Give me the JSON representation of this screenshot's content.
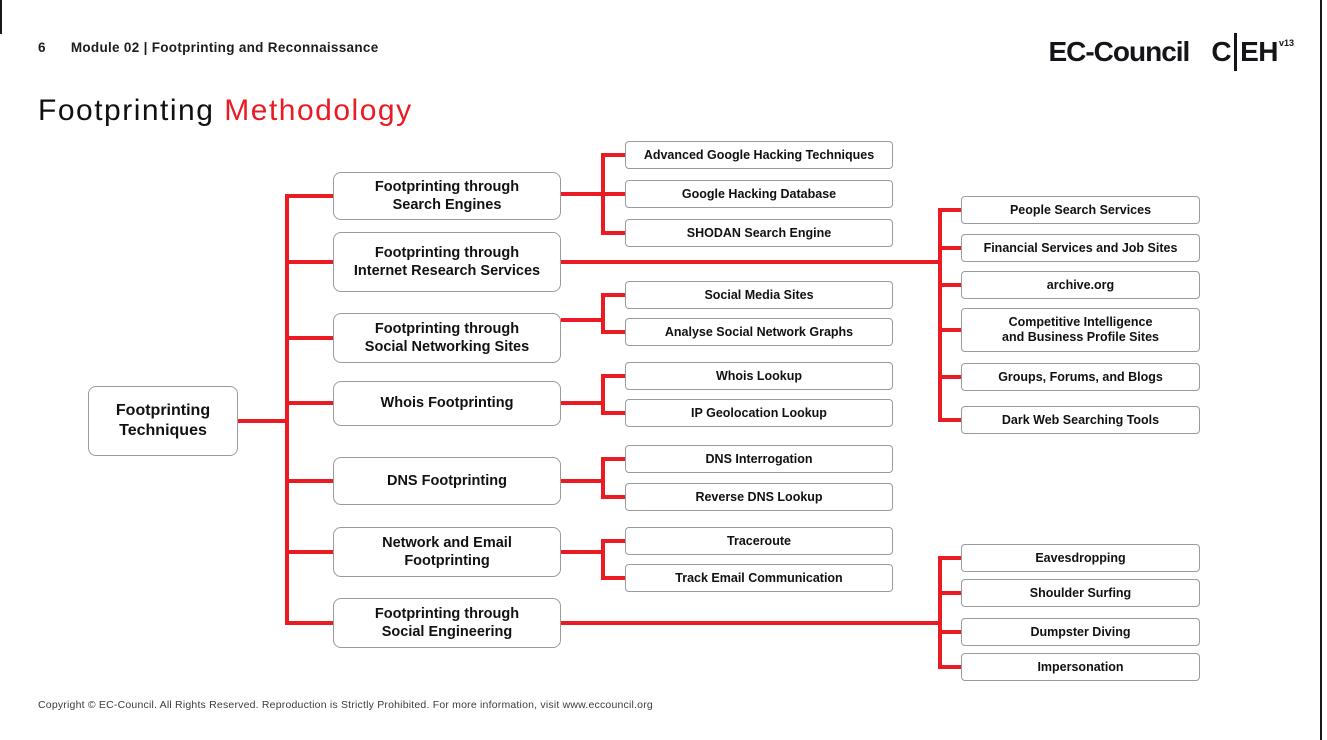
{
  "header": {
    "page_number": "6",
    "module_title": "Module 02 | Footprinting and Reconnaissance",
    "brand": "EC-Council",
    "cert": {
      "c": "C",
      "eh": "EH",
      "version": "v13"
    }
  },
  "title": {
    "part1": "Footprinting",
    "part2": "Methodology"
  },
  "colors": {
    "accent_red": "#ea1b22",
    "box_border": "#9b9b9b",
    "text_black": "#15151a"
  },
  "diagram": {
    "root": {
      "label": "Footprinting\nTechniques"
    },
    "branches": [
      {
        "label": "Footprinting through\nSearch Engines",
        "children": [
          "Advanced Google Hacking Techniques",
          "Google Hacking Database",
          "SHODAN Search Engine"
        ]
      },
      {
        "label": "Footprinting through\nInternet Research Services",
        "children": [
          "People Search Services",
          "Financial Services and Job Sites",
          "archive.org",
          "Competitive Intelligence\nand Business Profile Sites",
          "Groups, Forums, and Blogs",
          "Dark Web Searching Tools"
        ]
      },
      {
        "label": "Footprinting through\nSocial Networking Sites",
        "children": [
          "Social Media Sites",
          "Analyse Social Network Graphs"
        ]
      },
      {
        "label": "Whois Footprinting",
        "children": [
          "Whois Lookup",
          "IP Geolocation Lookup"
        ]
      },
      {
        "label": "DNS Footprinting",
        "children": [
          "DNS Interrogation",
          "Reverse DNS Lookup"
        ]
      },
      {
        "label": "Network and Email\nFootprinting",
        "children": [
          "Traceroute",
          "Track Email Communication"
        ]
      },
      {
        "label": "Footprinting through\nSocial Engineering",
        "children": [
          "Eavesdropping",
          "Shoulder Surfing",
          "Dumpster Diving",
          "Impersonation"
        ]
      }
    ]
  },
  "footer": {
    "copyright": "Copyright © EC-Council. All Rights Reserved. Reproduction is Strictly Prohibited. For more information, visit www.eccouncil.org"
  }
}
